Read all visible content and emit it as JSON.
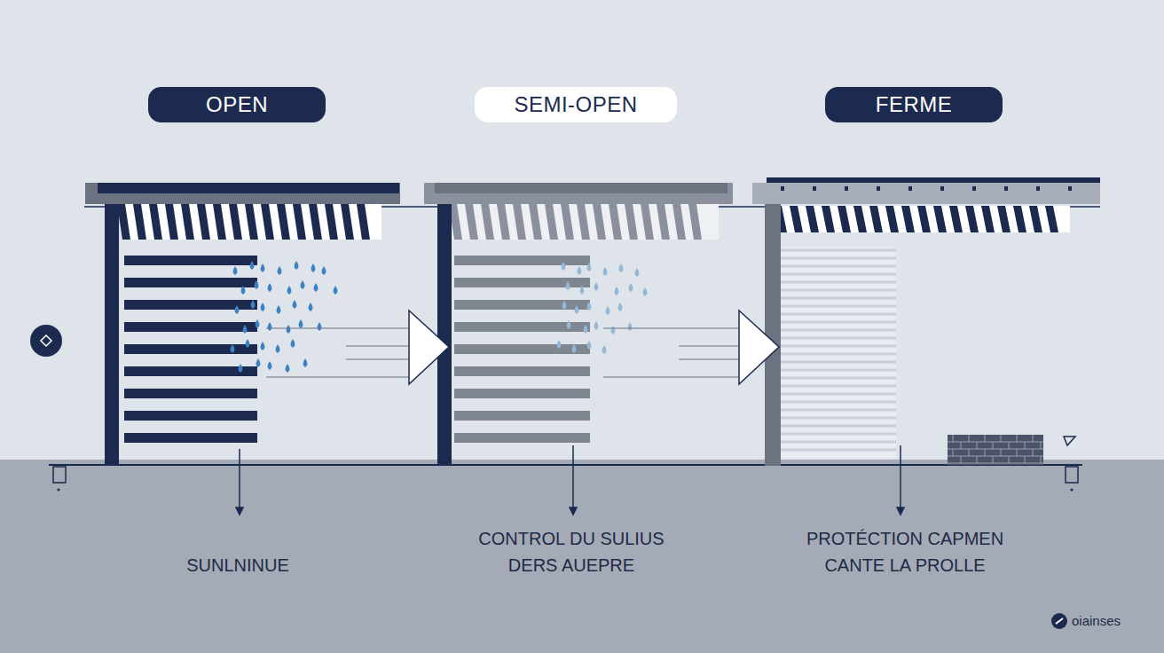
{
  "diagram": {
    "nodes": [
      {
        "text": [
          "OPEN"
        ]
      },
      {
        "text": [
          "SEMI-OPEN"
        ]
      },
      {
        "text": [
          "FERME"
        ]
      }
    ],
    "labels": [
      "SUNLNINUE",
      "CONTROL DU SULIUS DERS AUEPRE",
      "PROTÉCTION CAPMEN CANTE LA PROLLE",
      "oiainses"
    ]
  }
}
